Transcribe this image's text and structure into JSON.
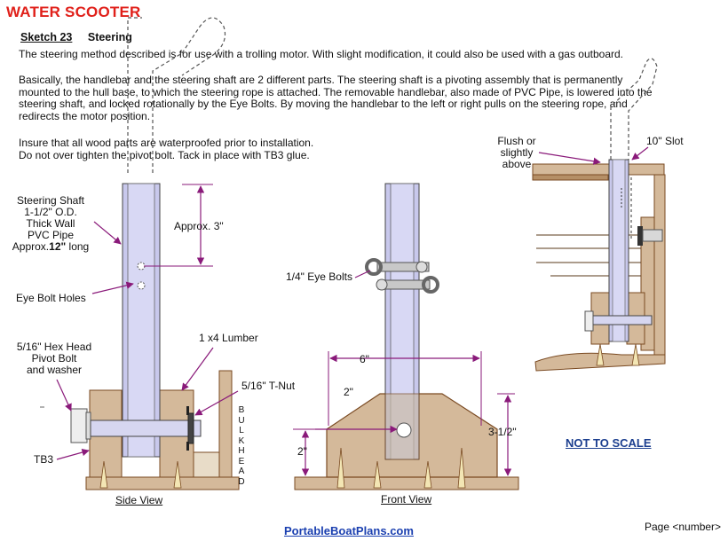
{
  "header": {
    "title": "WATER SCOOTER",
    "sketch_number": "Sketch 23",
    "sketch_title": "Steering"
  },
  "text": {
    "p1": "The steering method described is for use with a trolling motor. With slight modification, it could also be used with a gas outboard.",
    "p2": "Basically, the handlebar and the steering shaft are 2 different parts. The steering shaft is a pivoting assembly that is permanently mounted to the hull base, to which the steering rope is attached.  The removable handlebar, also made of PVC Pipe, is lowered into the steering shaft, and locked rotationally by the Eye Bolts. By moving the handlebar to the left or right pulls on the steering rope, and redirects the motor position.",
    "p3a": "Insure that all wood parts are waterproofed prior to installation.",
    "p3b": "Do not over tighten the pivot bolt. Tack in place with TB3 glue."
  },
  "side_view": {
    "caption": "Side View",
    "steering_shaft": [
      "Steering Shaft",
      "1-1/2\" O.D.",
      "Thick Wall",
      "PVC Pipe"
    ],
    "length_prefix": "Approx.",
    "length_value": "12\"",
    "length_suffix": " long",
    "approx_depth": "Approx. 3\"",
    "eye_bolt_holes": "Eye Bolt Holes",
    "pivot_bolt": [
      "5/16\" Hex Head",
      "Pivot Bolt",
      "and washer"
    ],
    "lumber": "1 x4 Lumber",
    "t_nut": "5/16\" T-Nut",
    "glue": "TB3",
    "bulkhead": [
      "B",
      "U",
      "L",
      "K",
      "H",
      "E",
      "A",
      "D"
    ]
  },
  "front_view": {
    "caption": "Front View",
    "eye_bolts": "1/4\" Eye Bolts",
    "width": "6\"",
    "top_height": "2\"",
    "bottom_height": "2\"",
    "total_height": "3-1/2\""
  },
  "mount_view": {
    "flush": [
      "Flush or",
      "slightly",
      "above"
    ],
    "slot": "10\" Slot"
  },
  "footer": {
    "not_to_scale": "NOT TO SCALE",
    "site": "PortableBoatPlans.com",
    "page_label": "Page  <number>"
  },
  "colors": {
    "title": "#e0201a",
    "wood": "#d4b99a",
    "wood_dark": "#7a4a22",
    "pipe": "#c8c8ec",
    "link": "#1a3fb0",
    "dimension": "#8a1a7a"
  }
}
